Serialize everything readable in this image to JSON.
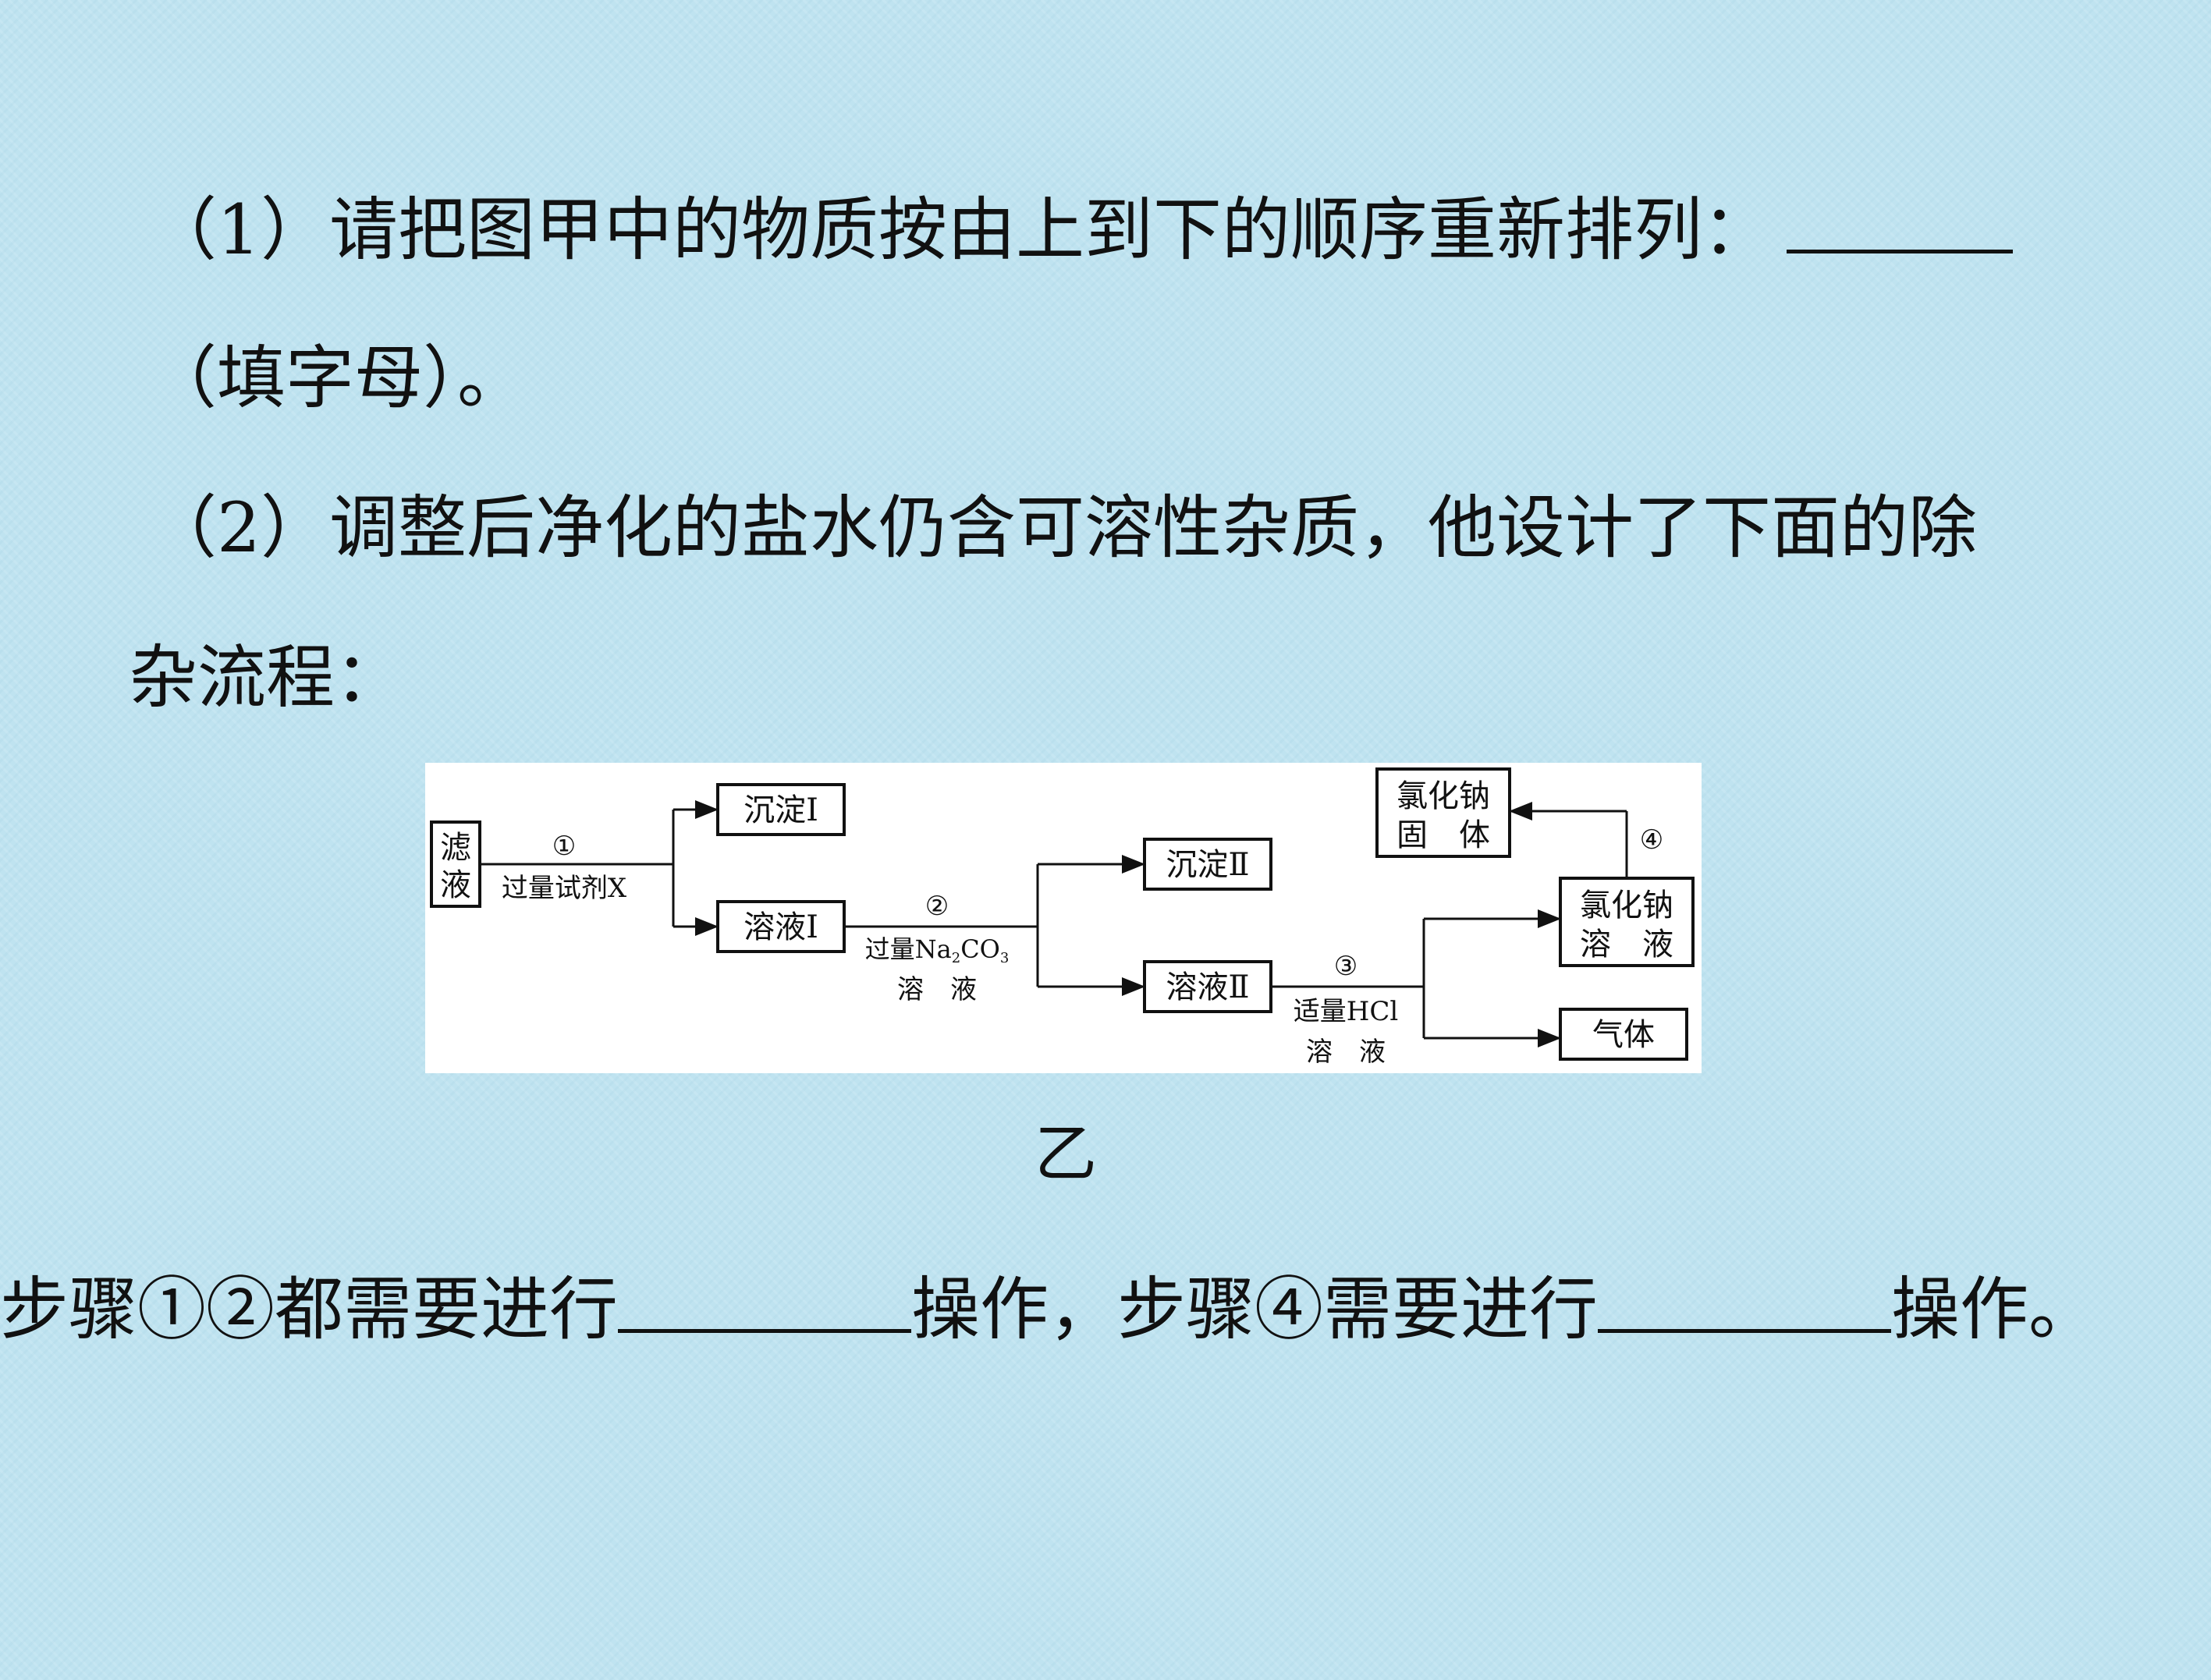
{
  "q1": {
    "line1": "（1）请把图甲中的物质按由上到下的顺序重新排列：",
    "line2": "（填字母）。"
  },
  "q2": {
    "line1": "（2）调整后净化的盐水仍含可溶性杂质，他设计了下面的除",
    "line2": "杂流程："
  },
  "flowchart": {
    "filtrate": [
      "滤",
      "液"
    ],
    "step1_num": "①",
    "step1_reagent": "过量试剂X",
    "precip1": "沉淀Ⅰ",
    "solution1": "溶液Ⅰ",
    "step2_num": "②",
    "step2_reagent_pre": "过量Na",
    "step2_sub1": "2",
    "step2_mid": "CO",
    "step2_sub2": "3",
    "step2_reagent_line2": "溶　液",
    "precip2": "沉淀Ⅱ",
    "solution2": "溶液Ⅱ",
    "step3_num": "③",
    "step3_reagent": "适量HCl",
    "step3_reagent_line2": "溶　液",
    "nacl_solution": [
      "氯化钠",
      "溶　液"
    ],
    "gas": "气体",
    "step4_num": "④",
    "nacl_solid": [
      "氯化钠",
      "固　体"
    ]
  },
  "figure_caption": "乙",
  "q_steps": {
    "part1": "步骤①②都需要进行",
    "part2": "操作，步骤④需要进行",
    "part3": "操作。"
  }
}
